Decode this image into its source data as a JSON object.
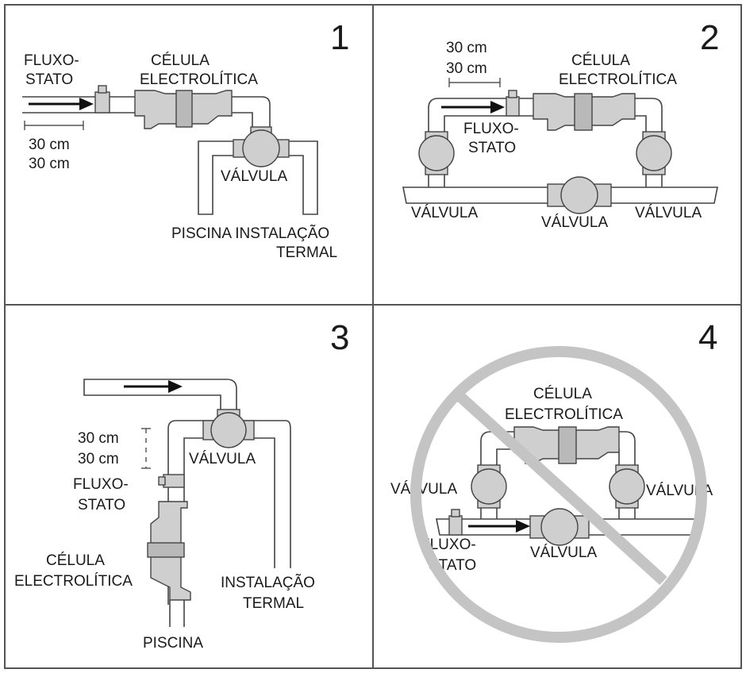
{
  "panels": [
    {
      "number": "1",
      "labels": {
        "flowswitch": [
          "FLUXO-",
          "STATO"
        ],
        "cell": [
          "CÉLULA",
          "ELECTROLÍTICA"
        ],
        "distance": [
          "30 cm",
          "30 cm"
        ],
        "valve": "VÁLVULA",
        "pool_installation": "PISCINA INSTALAÇÃO",
        "thermal": "TERMAL"
      }
    },
    {
      "number": "2",
      "labels": {
        "distance": [
          "30 cm",
          "30 cm"
        ],
        "cell": [
          "CÉLULA",
          "ELECTROLÍTICA"
        ],
        "flowswitch": [
          "FLUXO-",
          "STATO"
        ],
        "valve_left": "VÁLVULA",
        "valve_center": "VÁLVULA",
        "valve_right": "VÁLVULA"
      }
    },
    {
      "number": "3",
      "labels": {
        "distance": [
          "30 cm",
          "30 cm"
        ],
        "valve": "VÁLVULA",
        "flowswitch": [
          "FLUXO-",
          "STATO"
        ],
        "cell": [
          "CÉLULA",
          "ELECTROLÍTICA"
        ],
        "installation": [
          "INSTALAÇÃO",
          "TERMAL"
        ],
        "pool": "PISCINA"
      }
    },
    {
      "number": "4",
      "labels": {
        "cell": [
          "CÉLULA",
          "ELECTROLÍTICA"
        ],
        "valve_left": "VÁLVULA",
        "valve_right": "VÁLVULA",
        "flowswitch": [
          "FLUXO-",
          "STATO"
        ],
        "valve_center": "VÁLVULA"
      }
    }
  ],
  "colors": {
    "border": "#555555",
    "component_fill": "#cfcfcf",
    "pipe_stroke": "#444444",
    "prohibition_ring": "#c4c4c4"
  }
}
